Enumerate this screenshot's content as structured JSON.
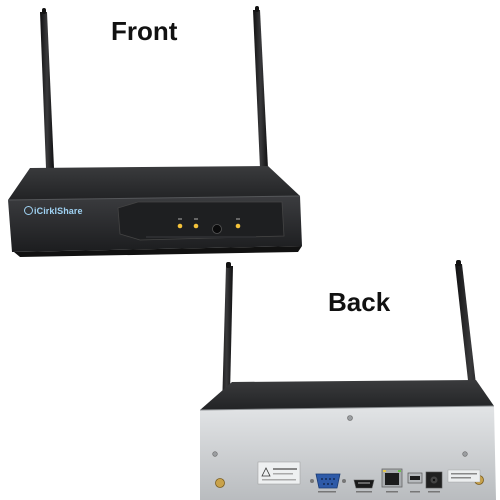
{
  "labels": {
    "front": "Front",
    "back": "Back"
  },
  "device": {
    "brand": "iCirklShare"
  },
  "colors": {
    "device_body": "#2b2c2e",
    "back_panel": "#d4d6d8",
    "antenna": "#1a1a1a",
    "led": "#f4c23a",
    "logo": "#9fd2f3",
    "vga_port": "#2e5aa8"
  },
  "icons": [
    "antenna-icon",
    "vga-port-icon",
    "ethernet-port-icon",
    "usb-port-icon",
    "hdmi-port-icon",
    "power-jack-icon",
    "led-icon"
  ]
}
